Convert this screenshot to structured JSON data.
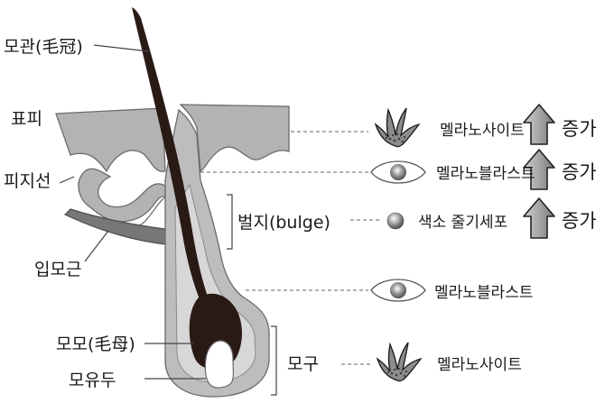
{
  "structure_labels": {
    "hair_shaft": "모관(毛冠)",
    "epidermis": "표피",
    "sebaceous_gland": "피지선",
    "arrector_pili": "입모근",
    "bulge": "벌지(bulge)",
    "hair_matrix": "모모(毛母)",
    "dermal_papilla": "모유두",
    "hair_bulb": "모구"
  },
  "cell_rows": [
    {
      "cell": "멜라노사이트",
      "icon": "melanocyte-icon",
      "change": "증가"
    },
    {
      "cell": "멜라노블라스트",
      "icon": "melanoblast-icon",
      "change": "증가"
    },
    {
      "cell": "색소 줄기세포",
      "icon": "stem-cell-icon",
      "change": "증가"
    },
    {
      "cell": "멜라노블라스트",
      "icon": "melanoblast-icon",
      "change": ""
    },
    {
      "cell": "멜라노사이트",
      "icon": "melanocyte-icon",
      "change": ""
    }
  ],
  "colors": {
    "tissue_gray": "#b3b3b3",
    "hair_dark": "#2a1a16",
    "outline": "#555555"
  }
}
